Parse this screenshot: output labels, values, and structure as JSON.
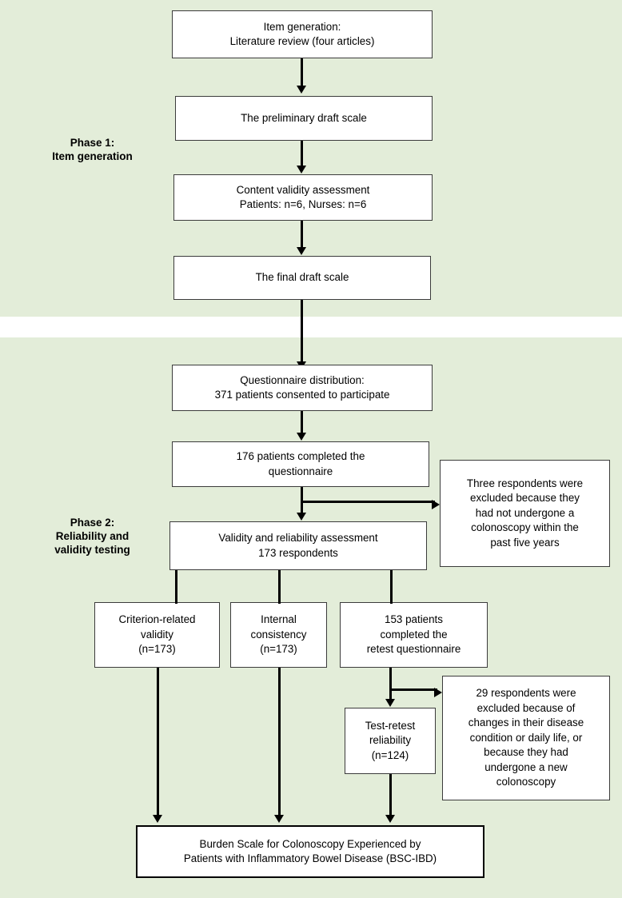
{
  "figure": {
    "background_band_color": "#e3edd9",
    "node_fill_color": "#ffffff",
    "node_border_color": "#3b3b3b",
    "connector_color": "#000000"
  },
  "phases": {
    "phase1_label": "Phase 1:\nItem generation",
    "phase2_label": "Phase 2:\nReliability and\nvalidity testing"
  },
  "nodes": {
    "item_generation": "Item generation:\nLiterature review (four articles)",
    "preliminary_draft": "The preliminary draft scale",
    "content_validity": "Content validity assessment\nPatients: n=6, Nurses: n=6",
    "final_draft": "The final draft scale",
    "questionnaire_distribution": "Questionnaire distribution:\n371 patients consented to participate",
    "completed_questionnaire": "176 patients completed the\nquestionnaire",
    "excluded_three": "Three respondents were\nexcluded because they\nhad not undergone a\ncolonoscopy within the\npast five years",
    "validity_reliability": "Validity and reliability assessment\n173 respondents",
    "criterion_validity": "Criterion-related\nvalidity\n(n=173)",
    "internal_consistency": "Internal\nconsistency\n(n=173)",
    "retest_completed": "153 patients\ncompleted the\nretest questionnaire",
    "excluded_twentynine": "29 respondents were\nexcluded because of\nchanges in their disease\ncondition or daily life, or\nbecause they had\nundergone a new\ncolonoscopy",
    "test_retest": "Test-retest\nreliability\n(n=124)",
    "final_scale": "Burden Scale for Colonoscopy Experienced by\nPatients with Inflammatory Bowel Disease (BSC-IBD)"
  }
}
